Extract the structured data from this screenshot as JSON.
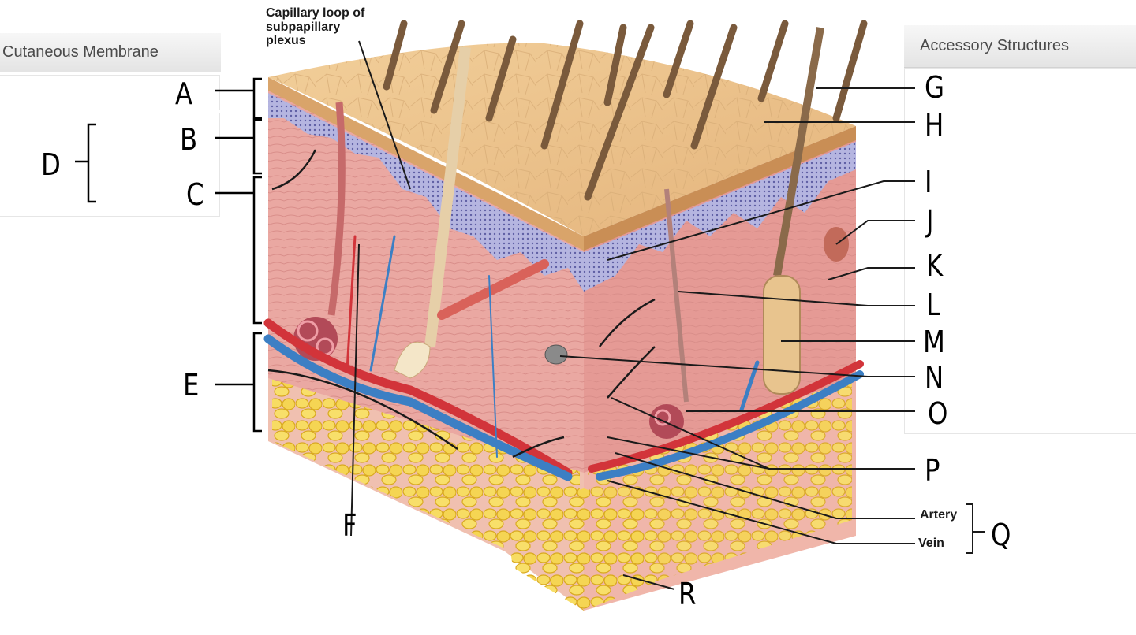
{
  "panels": {
    "left_header": "Cutaneous Membrane",
    "right_header": "Accessory Structures"
  },
  "printed_labels": {
    "capillary_loop": "Capillary loop of\nsubpapillary\nplexus",
    "artery": "Artery",
    "vein": "Vein"
  },
  "hand_labels": {
    "A": "A",
    "B": "B",
    "C": "C",
    "D": "D",
    "E": "E",
    "F": "F",
    "G": "G",
    "H": "H",
    "I": "I",
    "J": "J",
    "K": "K",
    "L": "L",
    "M": "M",
    "N": "N",
    "O": "O",
    "P": "P",
    "Q": "Q",
    "R": "R"
  },
  "colors": {
    "epidermis_surface": "#e8c08c",
    "basal_layer": "#a9a9d8",
    "dermis": "#e9a4a0",
    "fat": "#f2cf4a",
    "artery": "#d2343a",
    "vein": "#3c7fc4",
    "hair": "#8a6a4a"
  }
}
